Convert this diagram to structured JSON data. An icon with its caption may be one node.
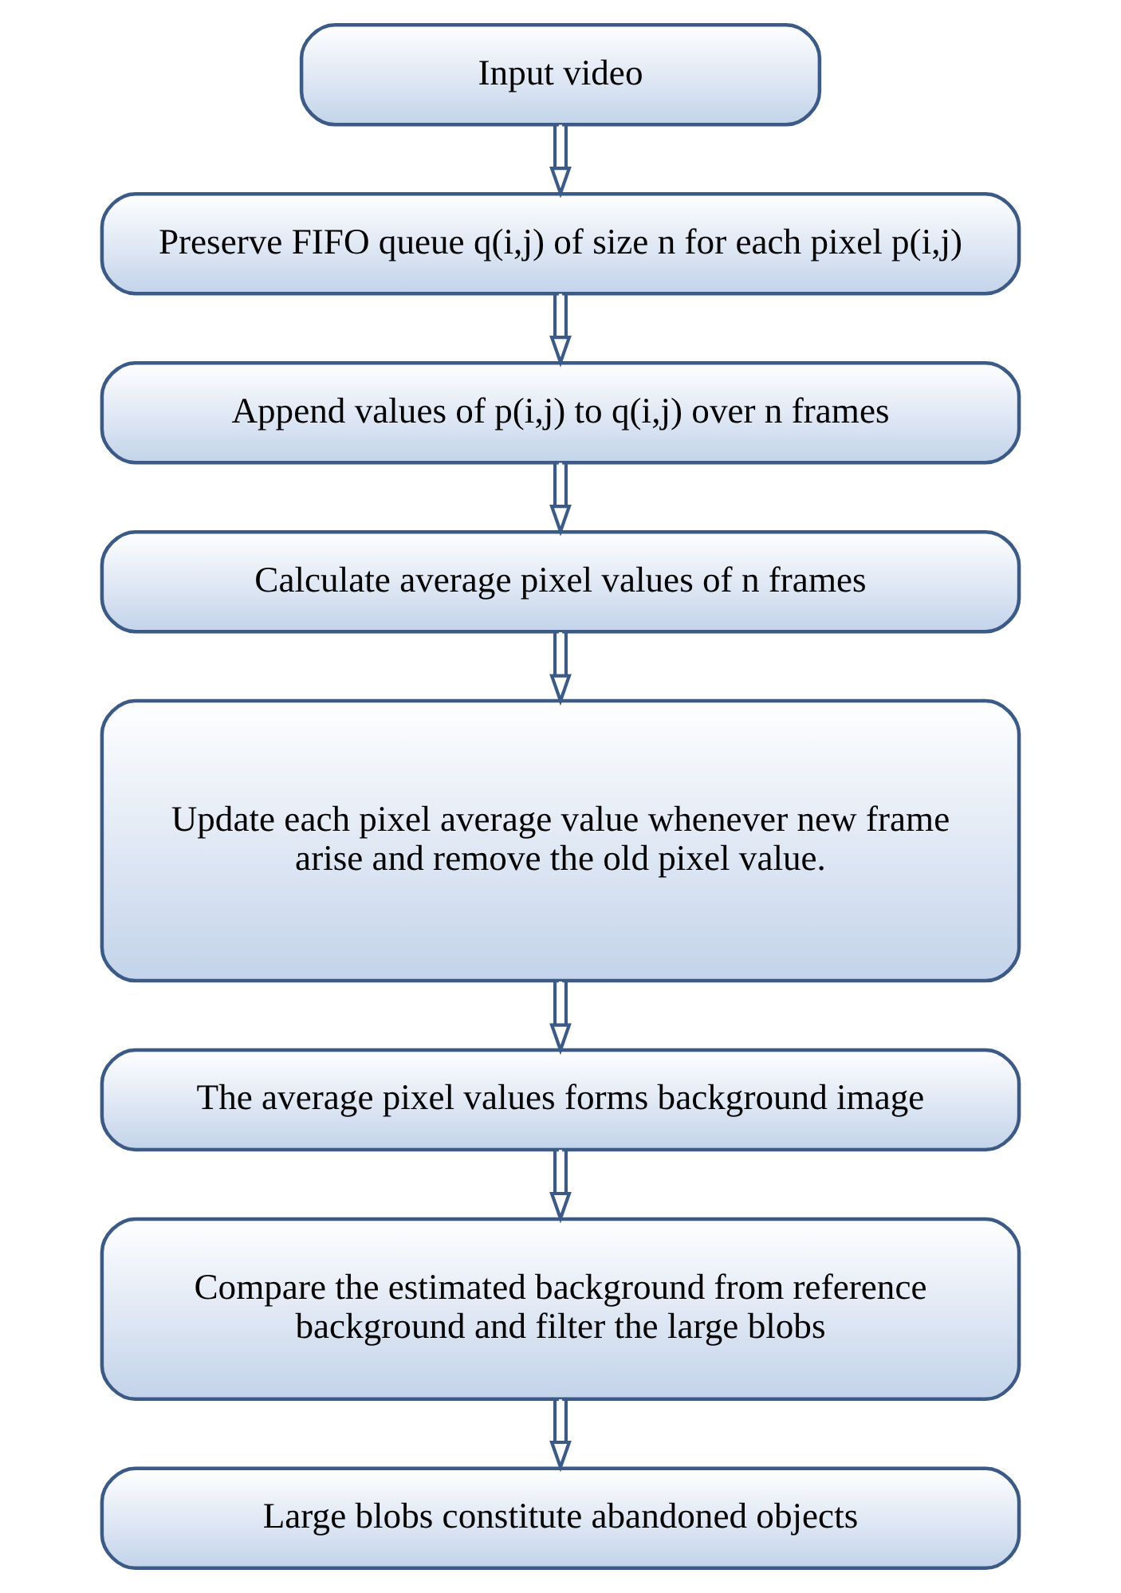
{
  "diagram": {
    "nodes": [
      {
        "text": [
          "Input video"
        ]
      },
      {
        "text": [
          "Preserve FIFO queue q(i,j) of size n for each pixel p(i,j)"
        ]
      },
      {
        "text": [
          "Append values of p(i,j) to q(i,j) over n frames"
        ]
      },
      {
        "text": [
          "Calculate average pixel values of n frames"
        ]
      },
      {
        "text": [
          "Update each pixel average value whenever new frame arise and remove the old pixel value."
        ]
      },
      {
        "text": [
          "The average pixel values forms background image"
        ]
      },
      {
        "text": [
          "Compare the estimated background from reference background and filter the large blobs"
        ]
      },
      {
        "text": [
          "Large blobs constitute abandoned objects"
        ]
      }
    ],
    "edges": [
      {
        "from": 0,
        "to": 1,
        "arrow": "to"
      },
      {
        "from": 1,
        "to": 2,
        "arrow": "to"
      },
      {
        "from": 2,
        "to": 3,
        "arrow": "to"
      },
      {
        "from": 3,
        "to": 4,
        "arrow": "to"
      },
      {
        "from": 4,
        "to": 5,
        "arrow": "to"
      },
      {
        "from": 5,
        "to": 6,
        "arrow": "to"
      },
      {
        "from": 6,
        "to": 7,
        "arrow": "to"
      }
    ]
  }
}
